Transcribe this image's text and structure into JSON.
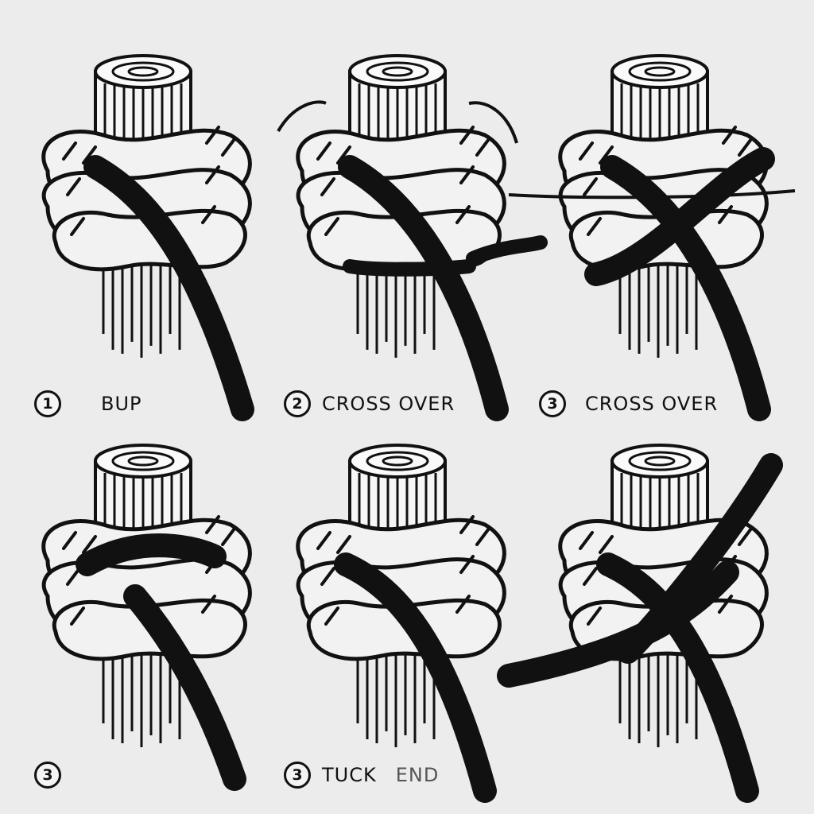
{
  "colors": {
    "background": "#ececec",
    "ink": "#111111",
    "rope": "#f2f2f2",
    "post": "#f6f6f6"
  },
  "panels": [
    {
      "step": "1",
      "text": "BUP",
      "text_suffix": ""
    },
    {
      "step": "2",
      "text": "CROSS OVER",
      "text_suffix": ""
    },
    {
      "step": "3",
      "text": "CROSS OVER",
      "text_suffix": ""
    },
    {
      "step": "3",
      "text": "",
      "text_suffix": ""
    },
    {
      "step": "3",
      "text": "TUCK",
      "text_suffix": "END"
    },
    {
      "step": "",
      "text": "",
      "text_suffix": ""
    }
  ]
}
